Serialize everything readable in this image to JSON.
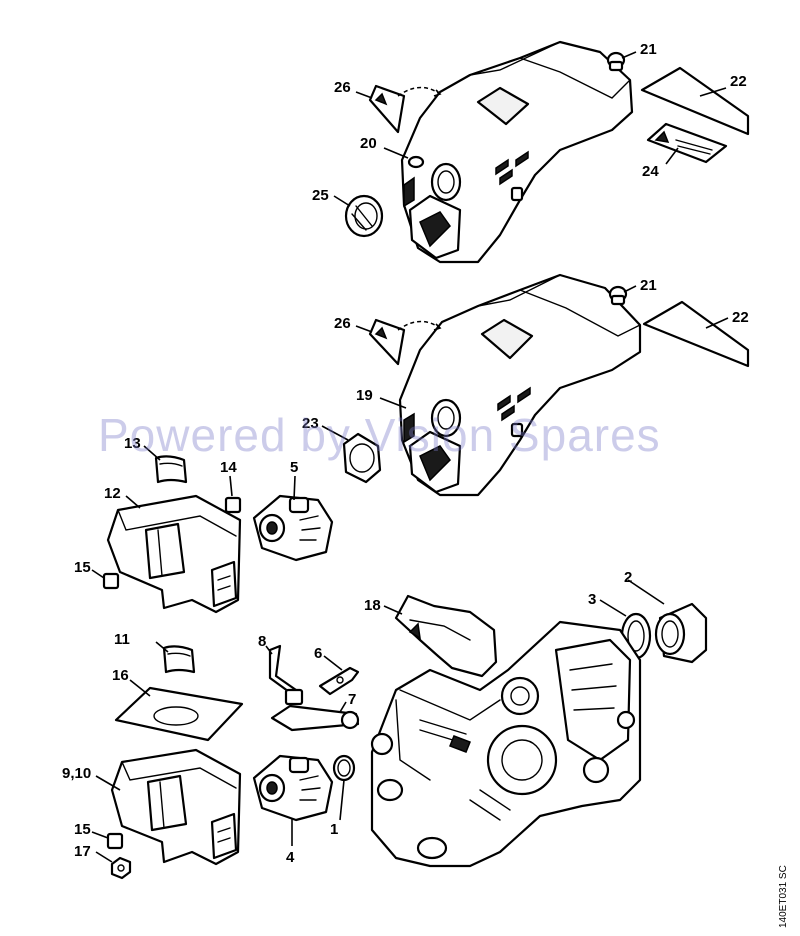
{
  "watermark": "Powered by Vision Spares",
  "drawing_code": "140ET031 SC",
  "callouts": {
    "c21a": "21",
    "c22a": "22",
    "c24": "24",
    "c26a": "26",
    "c20": "20",
    "c25": "25",
    "c21b": "21",
    "c22b": "22",
    "c26b": "26",
    "c19": "19",
    "c23": "23",
    "c13": "13",
    "c14": "14",
    "c5": "5",
    "c12": "12",
    "c15a": "15",
    "c2": "2",
    "c3": "3",
    "c18": "18",
    "c8": "8",
    "c6": "6",
    "c11": "11",
    "c16": "16",
    "c7": "7",
    "c910": "9,10",
    "c1": "1",
    "c15b": "15",
    "c4": "4",
    "c17": "17"
  }
}
